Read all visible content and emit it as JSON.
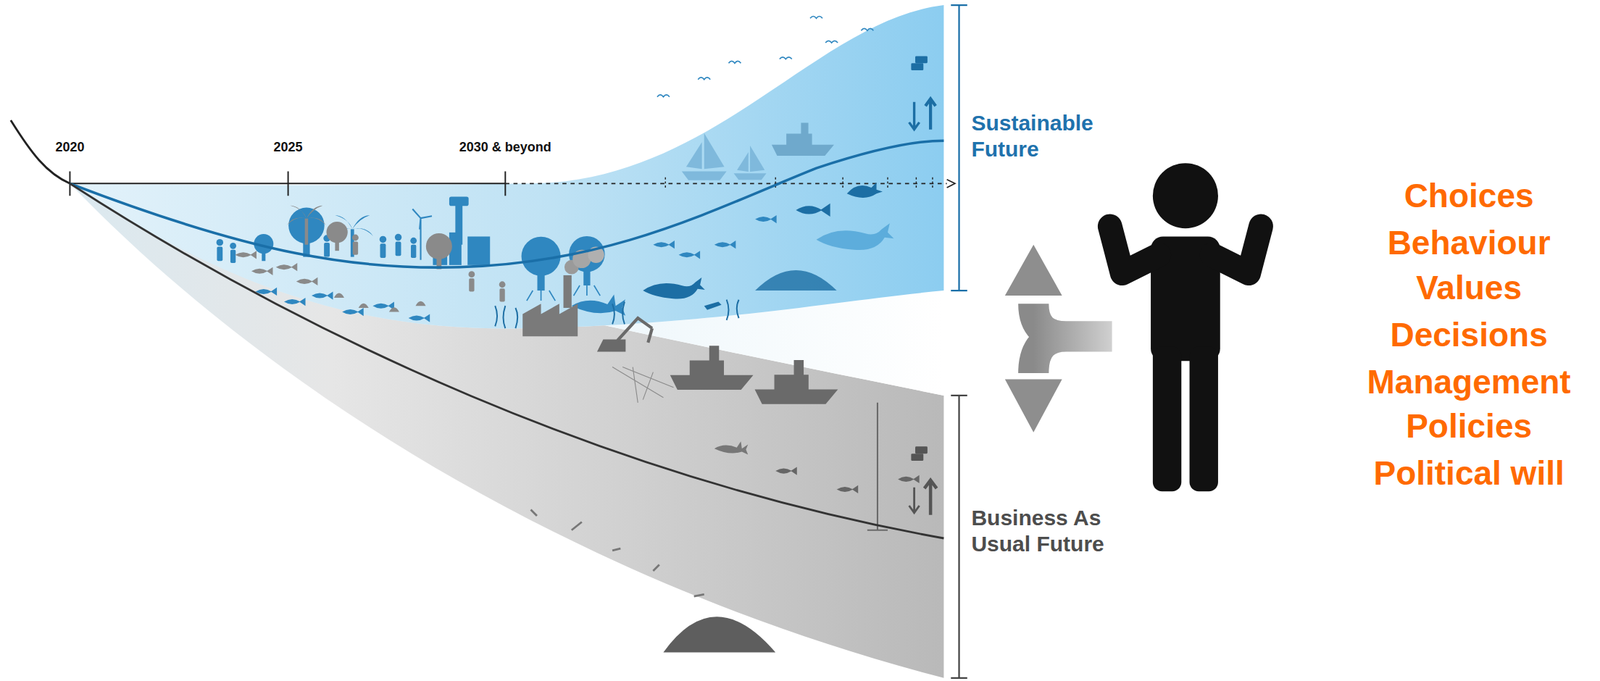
{
  "diagram": {
    "labels": [
      "2020",
      "2025",
      "2030 & beyond",
      "Sustainable Future",
      "Business As Usual Future",
      "Choices",
      "Behaviour",
      "Values",
      "Decisions",
      "Management",
      "Policies",
      "Political will"
    ]
  }
}
